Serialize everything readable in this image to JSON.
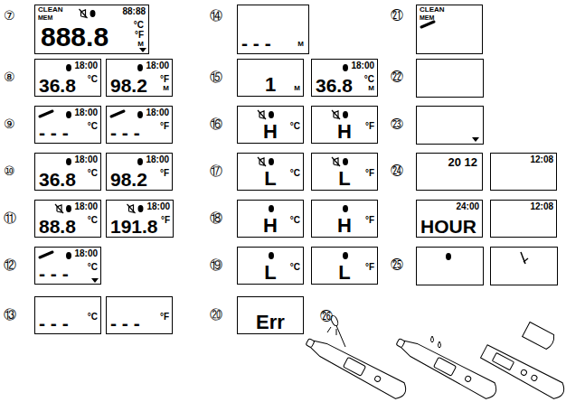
{
  "diagram": {
    "nodes": [
      {
        "text": [
          "CLEAN",
          "MEM",
          "88:88",
          "888.8",
          "°C",
          "°F",
          "M"
        ]
      },
      {
        "text": [
          "18:00",
          "36.8",
          "°C"
        ]
      },
      {
        "text": [
          "18:00",
          "98.2",
          "°F",
          "M"
        ]
      },
      {
        "text": [
          "18:00",
          "- - -",
          "°C"
        ]
      },
      {
        "text": [
          "18:00",
          "- - -",
          "°F"
        ]
      },
      {
        "text": [
          "18:00",
          "36.8",
          "°C"
        ]
      },
      {
        "text": [
          "18:00",
          "98.2",
          "°F"
        ]
      },
      {
        "text": [
          "18:00",
          "88.8",
          "°C"
        ]
      },
      {
        "text": [
          "18:00",
          "191.8",
          "°F"
        ]
      },
      {
        "text": [
          "18:00",
          "- - -",
          "°C"
        ]
      },
      {
        "text": [
          "- - -",
          "°C"
        ]
      },
      {
        "text": [
          "- - -",
          "°F"
        ]
      },
      {
        "text": [
          "- - -",
          "M"
        ]
      },
      {
        "text": [
          "1",
          "M"
        ]
      },
      {
        "text": [
          "18:00",
          "36.8",
          "°C",
          "M"
        ]
      },
      {
        "text": [
          "H",
          "°C"
        ]
      },
      {
        "text": [
          "H",
          "°F"
        ]
      },
      {
        "text": [
          "L",
          "°C"
        ]
      },
      {
        "text": [
          "L",
          "°F"
        ]
      },
      {
        "text": [
          "H",
          "°C"
        ]
      },
      {
        "text": [
          "H",
          "°F"
        ]
      },
      {
        "text": [
          "L",
          "°C"
        ]
      },
      {
        "text": [
          "L",
          "°F"
        ]
      },
      {
        "text": [
          "Err"
        ]
      },
      {
        "text": [
          "CLEAN",
          "MEM"
        ]
      },
      {
        "text": [
          "20 12"
        ]
      },
      {
        "text": [
          "12:08"
        ]
      },
      {
        "text": [
          "24:00",
          "HOUR"
        ]
      },
      {
        "text": [
          "12:08"
        ]
      }
    ],
    "labels": [
      "⑦",
      "⑧",
      "⑨",
      "⑩",
      "⑪",
      "⑫",
      "⑬",
      "⑭",
      "⑮",
      "⑯",
      "⑰",
      "⑱",
      "⑲",
      "⑳",
      "㉑",
      "㉒",
      "㉓",
      "㉔",
      "㉕",
      "㉖"
    ]
  }
}
